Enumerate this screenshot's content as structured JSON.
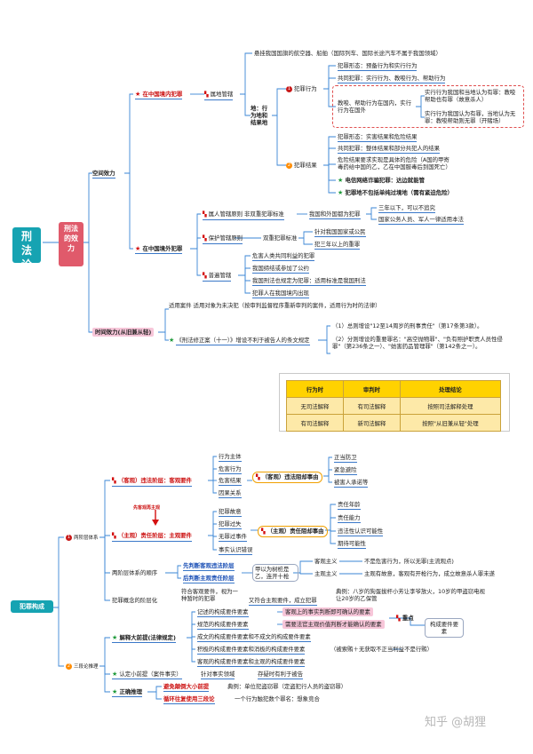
{
  "s1": {
    "root": "刑法论",
    "level1": "刑法的效力",
    "space": "空间效力",
    "domestic": "在中国境内犯罪",
    "territorial": "属地管辖",
    "place": "地：行为地和结果地",
    "ship": "悬挂我国国旗的航空器、船舶（国际列车、国际长途汽车不属于我国领域）",
    "n1": "1",
    "n2": "2",
    "act": "犯罪行为",
    "act_form": "犯罪形态：预备行为和实行行为",
    "act_joint": "共同犯罪：实行行为、教唆行为、帮助行为",
    "act_note": "教唆、帮助行为在国内，实行行为在国外",
    "act_a": "实行行为我国和当地认为有罪：教唆帮助也有罪（故意杀人）",
    "act_b": "实行行为我国认为有罪，当地认为无罪：教唆帮助则无罪（开赌场）",
    "result": "犯罪结果",
    "res_form": "犯罪形态：实害结果和危险结果",
    "res_joint": "共同犯罪：整体结果和部分共犯人的结果",
    "res_danger": "危险结果要求实现是具体的危险（A国的甲寄毒药给中国的乙，乙在中国服毒后到国死亡）",
    "res_telecom": "电信网络诈骗犯罪：达边就能管",
    "res_transit": "犯罪地不包括单纯过境地（需有紧迫危险）",
    "foreign": "在中国境外犯罪",
    "personal": "属人管辖原则 非双重犯罪标准",
    "personal_a": "三年以下，可以不追究",
    "personal_b": "国家公务人员、军人一律适用本法",
    "personal_mid": "我国和外国都为犯罪",
    "protect": "保护管辖原则",
    "protect_mid": "双重犯罪标准",
    "protect_a": "针对我国国家或公民",
    "protect_b": "犯三年以上的重罪",
    "universal": "普遍管辖",
    "uni_a": "危害人类共同利益的犯罪",
    "uni_b": "我国缔结或参加了公约",
    "uni_c": "我国刑法也规定为犯罪：适用标准是我国刑法",
    "uni_d": "犯罪人在我国境内出现",
    "time": "时间效力(从旧兼从轻)",
    "time_a": "适用案件 适用对象为未决犯（按审判监督程序重新审判的案件，适用行为时的法律）",
    "amend": "《刑法修正案（十一）》增设不利于被告人的条文规定",
    "amend_1": "（1）总则增设\"12至14周岁的刑事责任\"（第17条第3款）。",
    "amend_2": "（2）分则增设的重要罪名：\"高空抛物罪\"、\"负有照护职责人员性侵罪\"（第236条之一）、\"妨害药品管理罪\"（第142条之一）。"
  },
  "table": {
    "headers": [
      "行为时",
      "审判时",
      "处理结论"
    ],
    "rows": [
      [
        "无司法解释",
        "有司法解释",
        "按照司法解释处理"
      ],
      [
        "有司法解释",
        "新司法解释",
        "按照\"从旧兼从轻\"处理"
      ]
    ]
  },
  "s2": {
    "root": "犯罪构成",
    "n1": "1",
    "n2": "2",
    "two_level": "两阶层体系",
    "three_level": "三段论推理",
    "objective": "（客观）违法阶层：客观要件",
    "obj_a": "行为主体",
    "obj_b": "危害行为",
    "obj_c": "危害结果",
    "obj_d": "因果关系",
    "obj_exempt": "（客观）违法阻却事由",
    "oe_a": "正当防卫",
    "oe_b": "紧急避险",
    "oe_c": "被害人承诺等",
    "order_note": "先客观再主观",
    "subjective": "（主观）责任阶层：主观要件",
    "sub_a": "犯罪故意",
    "sub_b": "犯罪过失",
    "sub_c": "无罪过事件",
    "sub_d": "事实认识错误",
    "sub_exempt": "（主观）责任阻却事由",
    "se_a": "责任年龄",
    "se_b": "责任能力",
    "se_c": "违法性认识可能性",
    "se_d": "期待可能性",
    "order": "两阶层体系的顺序",
    "order_a": "先判断客观违法阶层",
    "order_b": "后判断主观责任阶层",
    "order_mid": "甲以为树桩是乙，连开十枪",
    "order_obj": "客观主义",
    "order_obj_r": "不是危害行为，所以无罪(主流观点)",
    "order_sub": "主观主义",
    "order_sub_r": "主观有故意，客观有开枪行为，成立故意杀人罪未遂",
    "concept": "犯罪概念的阶层化",
    "concept_a": "符合客观要件，视为一种暂时的犯罪",
    "concept_b": "又符合主观要件，成立犯罪",
    "concept_c": "典例：八岁的狗蛋拔杆小芳让李爷放火，10岁的甲盗窃电视让20岁的乙保管",
    "major": "解释大前提(法律规定)",
    "ma_a": "记述的构成要件要素",
    "ma_a_r": "客观上的事实判断即可确认的要素",
    "ma_b": "规范的构成要件要素",
    "ma_b_r": "需要法官主观价值判断才能确认的要素",
    "ma_key": "重点",
    "ma_c": "成文的构成要件要素和不成文的构成要件要素",
    "ma_d": "积极的构成要件要素和消极的构成要件要素",
    "ma_d_r": "（被索贿＋无获取不正当利益不是行贿）",
    "ma_e": "客观的构成要件要素和主观的构成要件要素",
    "elements": "构成要件要素",
    "minor": "认定小前提（案件事实）",
    "mi_a": "针对事实领域",
    "mi_b": "存疑时有利于被告",
    "reasoning": "正确推理",
    "re_a": "避免颠倒大小前提",
    "re_a_r": "典例：单位犯盗窃罪（定盗犯行人员的盗窃罪）",
    "re_b": "循环往复使用三段论",
    "re_b_r": "一个行为触犯数个罪名：想象竞合"
  },
  "watermark": "知乎 @胡狸",
  "colors": {
    "teal": "#16a3b2",
    "pinkred": "#e05a6b",
    "yellow": "#ffe600",
    "orange": "#ff9900",
    "line": "#2e7bd0"
  }
}
